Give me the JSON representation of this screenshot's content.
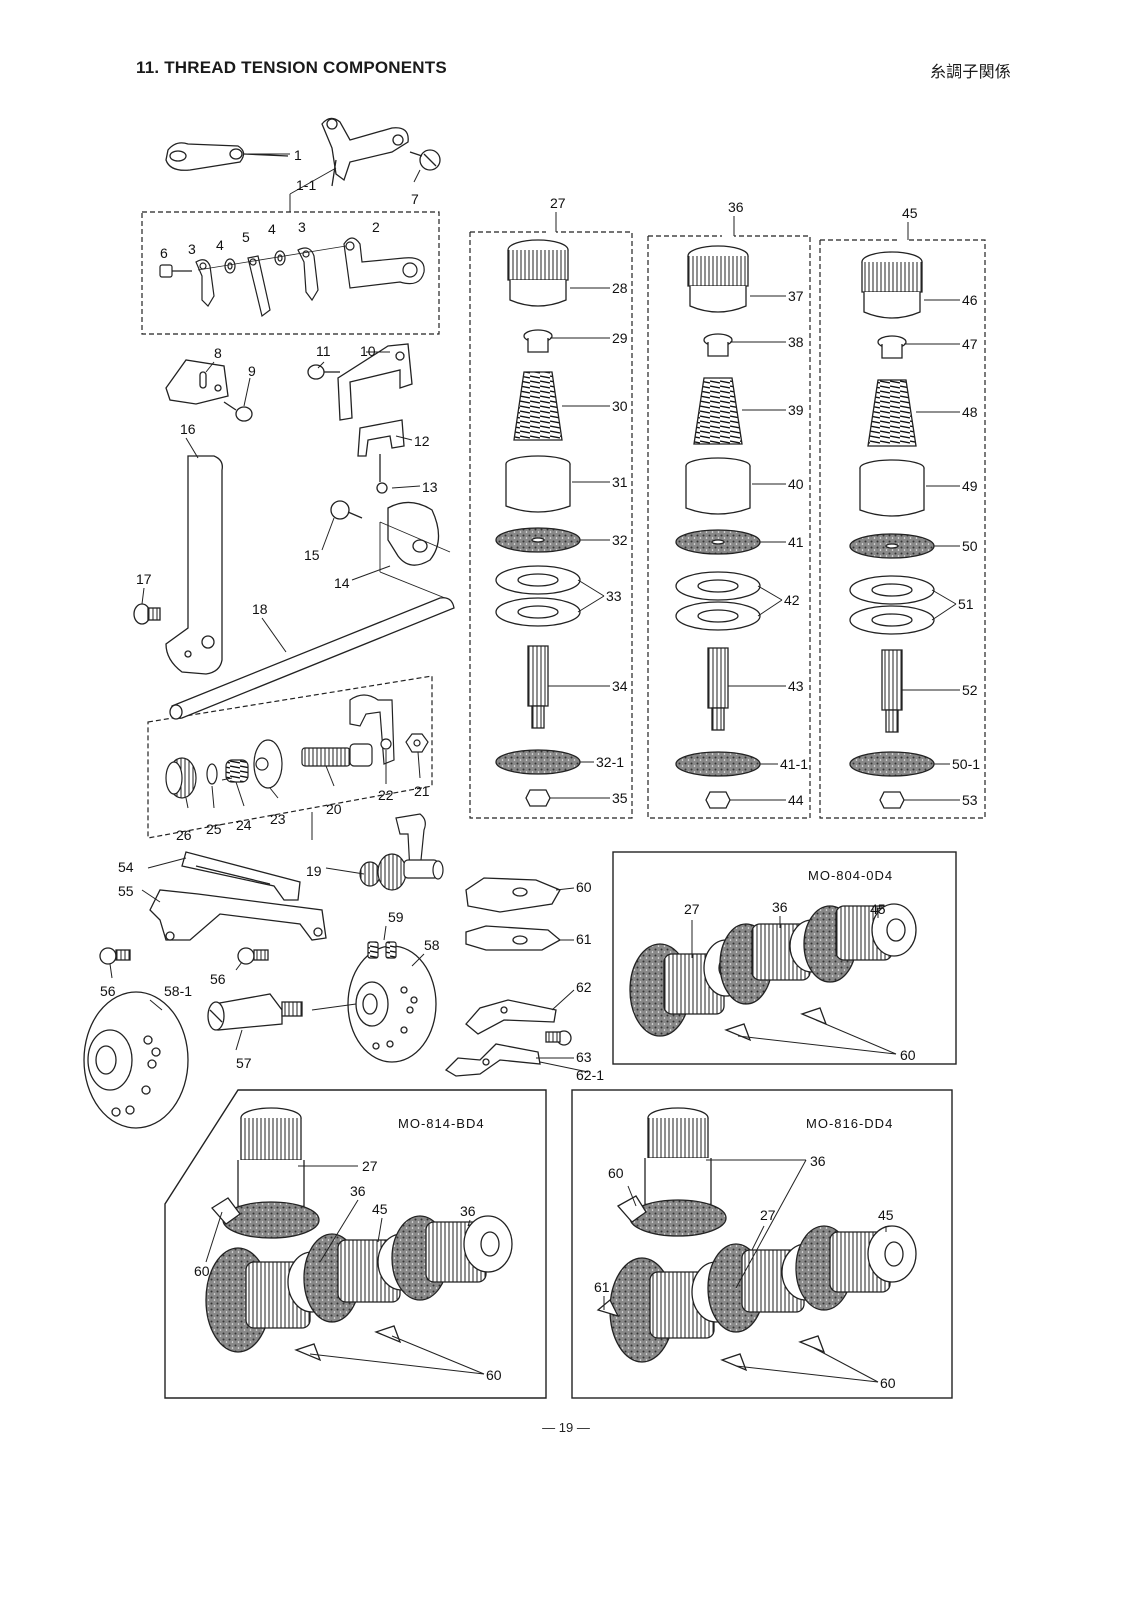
{
  "header": {
    "title": "11. THREAD TENSION COMPONENTS",
    "title_jp": "糸調子関係"
  },
  "page_number": "— 19 —",
  "models": [
    "MO-804-0D4",
    "MO-814-BD4",
    "MO-816-DD4"
  ],
  "callouts": {
    "c1": "1",
    "c1_1": "1-1",
    "c2": "2",
    "c3a": "3",
    "c3b": "3",
    "c4a": "4",
    "c4b": "4",
    "c5": "5",
    "c6": "6",
    "c7": "7",
    "c8": "8",
    "c9": "9",
    "c10": "10",
    "c11": "11",
    "c12": "12",
    "c13": "13",
    "c14": "14",
    "c15": "15",
    "c16": "16",
    "c17": "17",
    "c18": "18",
    "c19": "19",
    "c20": "20",
    "c21": "21",
    "c22": "22",
    "c23": "23",
    "c24": "24",
    "c25": "25",
    "c26": "26",
    "c27": "27",
    "c28": "28",
    "c29": "29",
    "c30": "30",
    "c31": "31",
    "c32": "32",
    "c33": "33",
    "c34": "34",
    "c32_1": "32-1",
    "c35": "35",
    "c36": "36",
    "c37": "37",
    "c38": "38",
    "c39": "39",
    "c40": "40",
    "c41": "41",
    "c42": "42",
    "c43": "43",
    "c41_1": "41-1",
    "c44": "44",
    "c45": "45",
    "c46": "46",
    "c47": "47",
    "c48": "48",
    "c49": "49",
    "c50": "50",
    "c51": "51",
    "c52": "52",
    "c50_1": "50-1",
    "c53": "53",
    "c54": "54",
    "c55": "55",
    "c56a": "56",
    "c56b": "56",
    "c57": "57",
    "c58": "58",
    "c58_1": "58-1",
    "c59": "59",
    "c60": "60",
    "c61": "61",
    "c62": "62",
    "c62_1": "62-1",
    "c63": "63",
    "b1_27": "27",
    "b1_36": "36",
    "b1_45": "45",
    "b1_60": "60",
    "b2_27": "27",
    "b2_36a": "36",
    "b2_45": "45",
    "b2_36b": "36",
    "b2_60a": "60",
    "b2_60b": "60",
    "b3_36": "36",
    "b3_60a": "60",
    "b3_27": "27",
    "b3_45": "45",
    "b3_61": "61",
    "b3_60b": "60"
  }
}
